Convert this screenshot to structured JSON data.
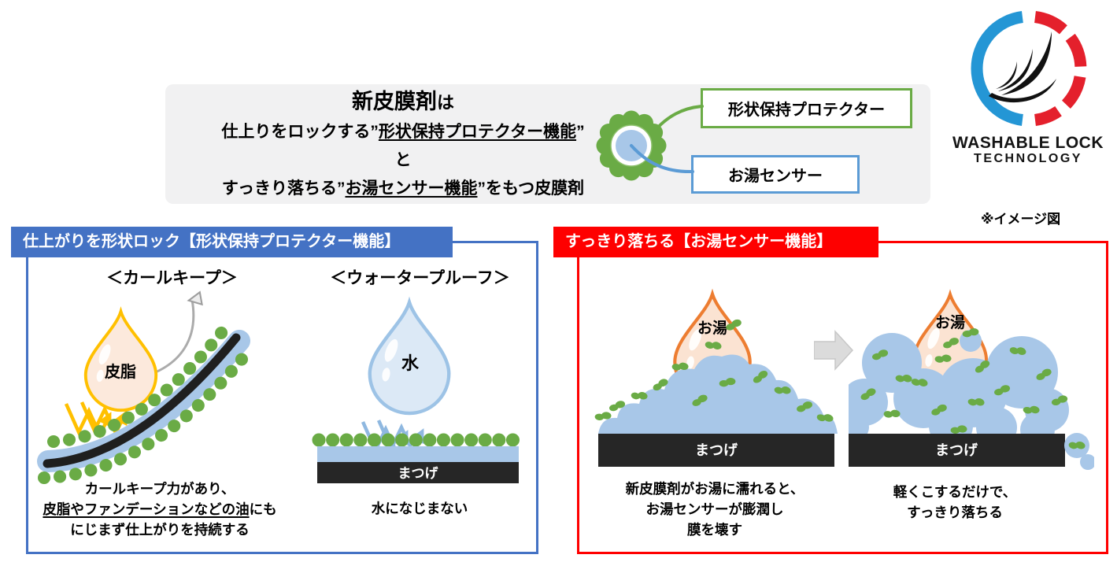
{
  "intro": {
    "line1_main": "新皮膜剤",
    "line1_tail": "は",
    "line2_pre": "仕上りをロックする”",
    "line2_underline": "形状保持プロテクター機能",
    "line2_post": "”",
    "line3": "と",
    "line4_pre": "すっきり落ちる”",
    "line4_underline": "お湯センサー機能",
    "line4_post": "”をもつ皮膜剤"
  },
  "molecule": {
    "protector_label": "形状保持プロテクター",
    "sensor_label": "お湯センサー"
  },
  "logo": {
    "title": "WASHABLE LOCK",
    "subtitle": "TECHNOLOGY"
  },
  "note": "※イメージ図",
  "left_panel": {
    "title": "仕上がりを形状ロック【形状保持プロテクター機能】",
    "curl_keep": {
      "heading": "＜カールキープ＞",
      "drop_label": "皮脂",
      "caption_line1": "カールキープ力があり、",
      "caption_line2_underline": "皮脂やファンデーションなどの油",
      "caption_line2_tail": "にも",
      "caption_line3": "にじまず仕上がりを持続する"
    },
    "waterproof": {
      "heading": "＜ウォータープルーフ＞",
      "drop_label": "水",
      "lash_label": "まつげ",
      "caption": "水になじまない"
    }
  },
  "right_panel": {
    "title": "すっきり落ちる【お湯センサー機能】",
    "step1": {
      "drop_label": "お湯",
      "lash_label": "まつげ",
      "caption_line1": "新皮膜剤がお湯に濡れると、",
      "caption_line2": "お湯センサーが膨潤し",
      "caption_line3": "膜を壊す"
    },
    "step2": {
      "drop_label": "お湯",
      "lash_label": "まつげ",
      "caption_line1": "軽くこするだけで、",
      "caption_line2": "すっきり落ちる"
    }
  },
  "colors": {
    "panel_blue": "#4472C4",
    "panel_red": "#FF0000",
    "protector_green": "#6AAB45",
    "sensor_blue": "#5B9BD5",
    "film_blue": "#A8C7E8",
    "hot_water_orange": "#ED7D31",
    "sebum_yellow": "#FFC000",
    "logo_blue": "#2496D5",
    "logo_red": "#E4202C",
    "lash_black": "#262626",
    "intro_bg": "#F1F1F2"
  }
}
